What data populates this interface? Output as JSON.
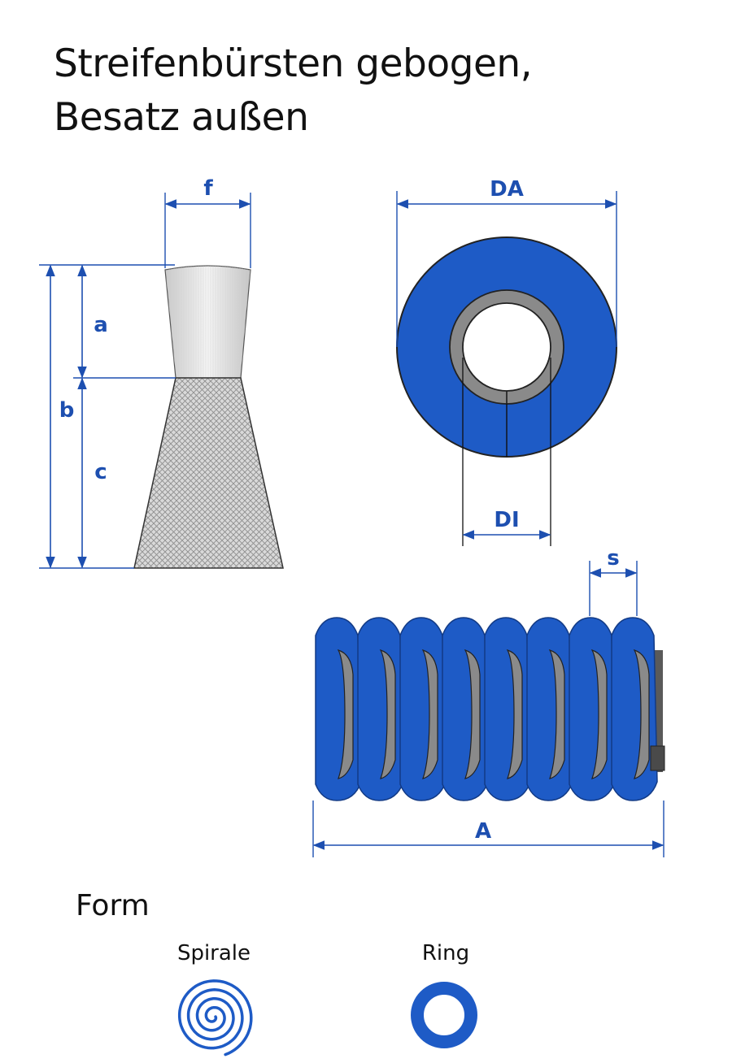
{
  "title": {
    "line1": "Streifenbürsten gebogen,",
    "line2": "Besatz außen"
  },
  "dimensions": {
    "f": "f",
    "a": "a",
    "b": "b",
    "c": "c",
    "DA": "DA",
    "DI": "DI",
    "s": "s",
    "A": "A"
  },
  "form": {
    "title": "Form",
    "options": [
      {
        "label": "Spirale",
        "icon": "spiral-icon"
      },
      {
        "label": "Ring",
        "icon": "ring-icon"
      }
    ]
  },
  "colors": {
    "blue": "#1e5bc6",
    "dim_line": "#1d4fb0",
    "gray": "#8a8a8a"
  }
}
